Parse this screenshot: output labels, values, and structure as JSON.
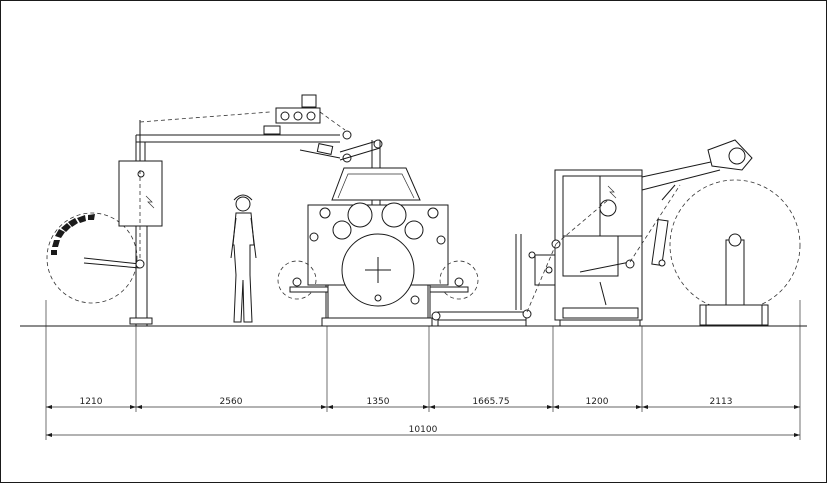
{
  "dimensions": {
    "segments": [
      "1210",
      "2560",
      "1350",
      "1665.75",
      "1200",
      "2113"
    ],
    "total": "10100"
  }
}
